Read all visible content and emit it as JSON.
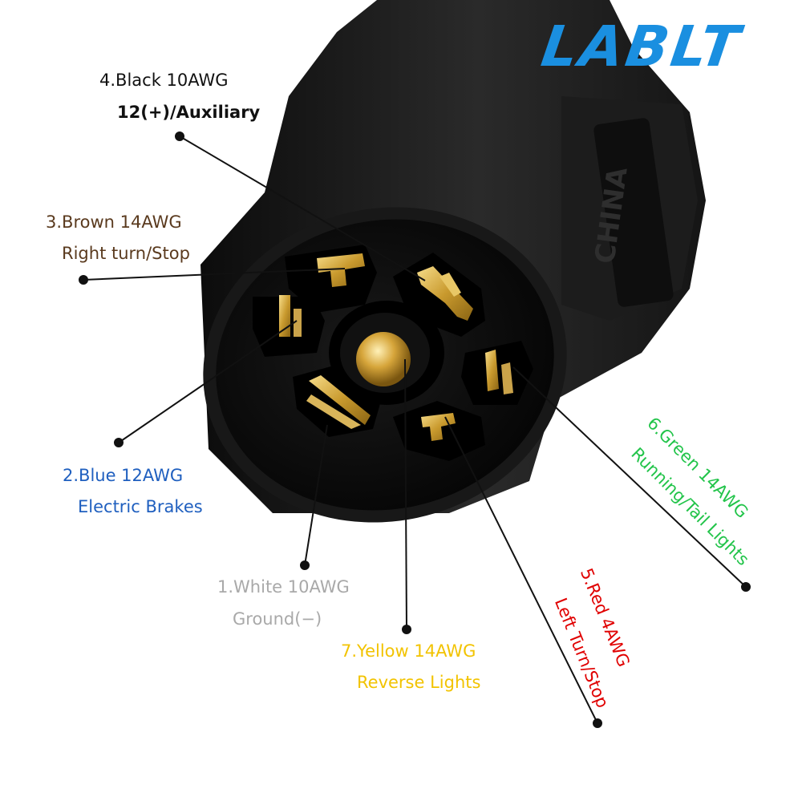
{
  "brand": {
    "logo": "LABLT",
    "color": "#1a8fe0"
  },
  "connector": {
    "mold_text": "CHINA"
  },
  "pins": [
    {
      "line1": "4.Black 10AWG",
      "line2": "12(+)/Auxiliary",
      "color": "#111111"
    },
    {
      "line1": "3.Brown 14AWG",
      "line2": "Right turn/Stop",
      "color": "#5a3a1e"
    },
    {
      "line1": "2.Blue 12AWG",
      "line2": "Electric Brakes",
      "color": "#1f5fbf"
    },
    {
      "line1": "1.White 10AWG",
      "line2": "Ground(−)",
      "color": "#a9a9a9"
    },
    {
      "line1": "7.Yellow 14AWG",
      "line2": "Reverse Lights",
      "color": "#f2c300"
    },
    {
      "line1": "5.Red 4AWG",
      "line2": "Left Turn/Stop",
      "color": "#e00000"
    },
    {
      "line1": "6.Green 14AWG",
      "line2": "Running/Tail Lights",
      "color": "#22c44a"
    }
  ]
}
